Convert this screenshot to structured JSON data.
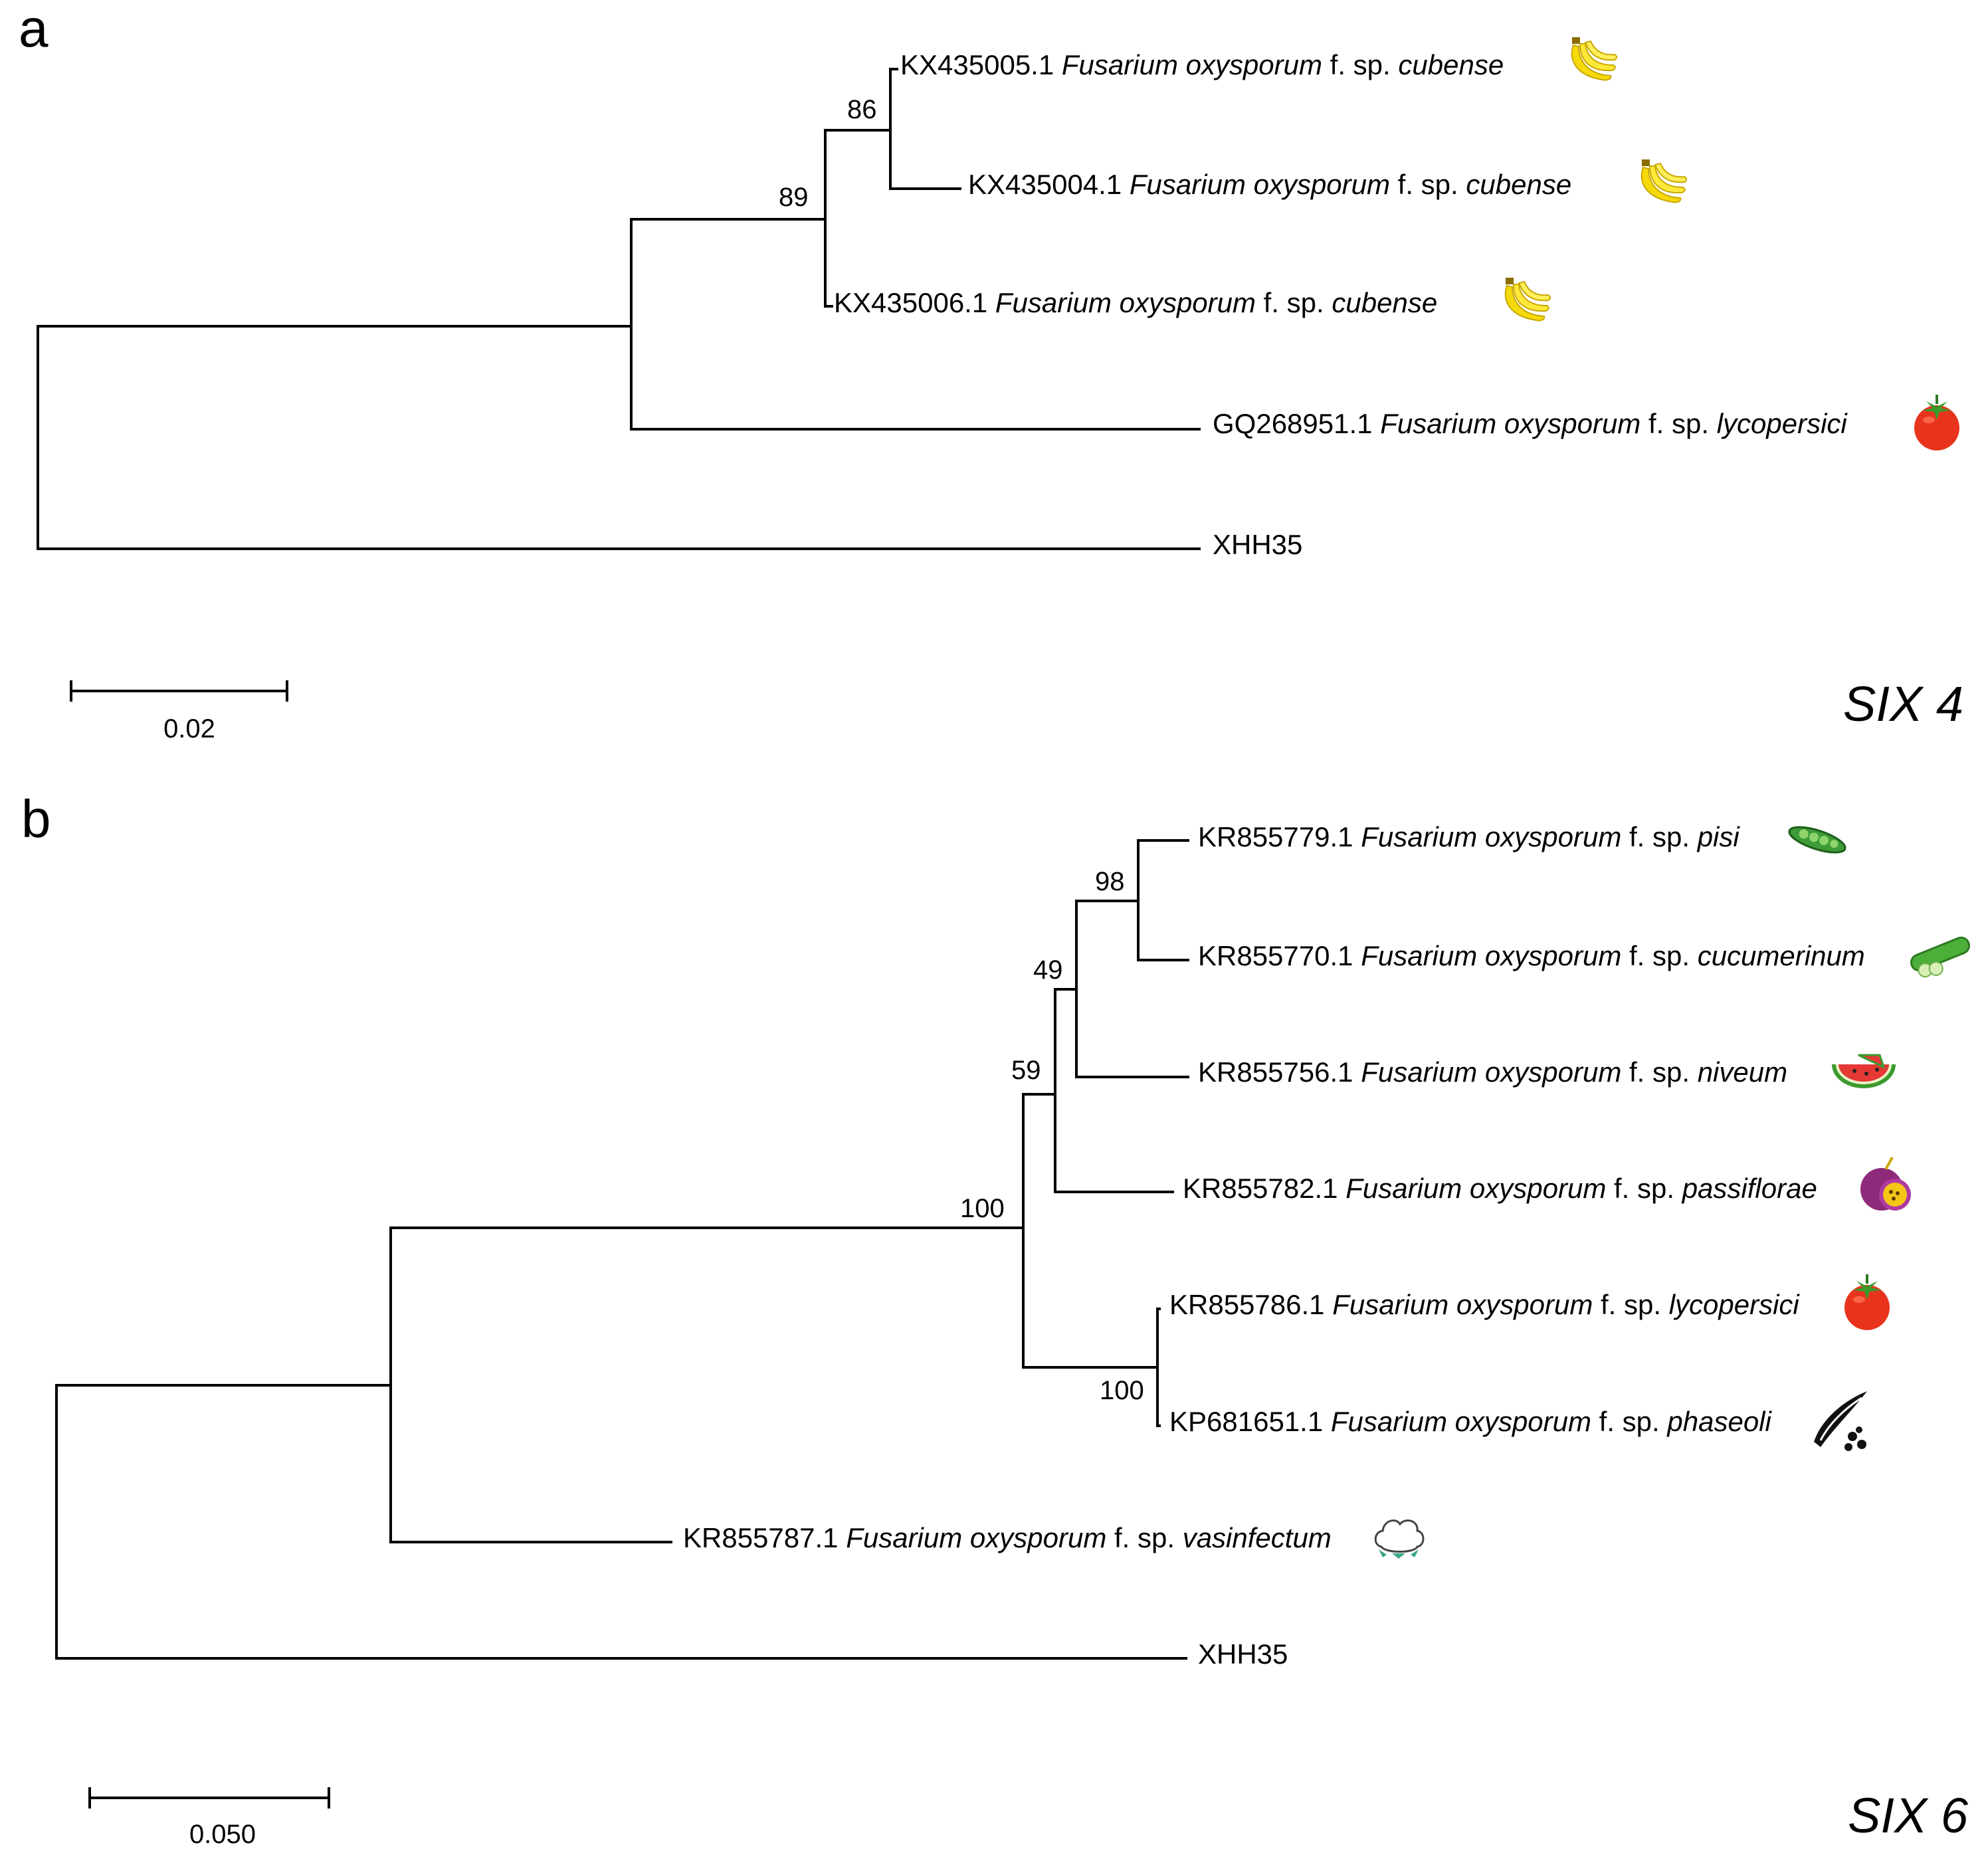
{
  "panels": [
    {
      "id": "a",
      "label": "a",
      "gene": "SIX 4",
      "scale": "0.02",
      "leaves": [
        {
          "acc": "KX435005.1",
          "species": "Fusarium oxysporum",
          "fsp": "f. sp.",
          "forma": "cubense",
          "host_icon": "banana-icon"
        },
        {
          "acc": "KX435004.1",
          "species": "Fusarium oxysporum",
          "fsp": "f. sp.",
          "forma": "cubense",
          "host_icon": "banana-icon"
        },
        {
          "acc": "KX435006.1",
          "species": "Fusarium oxysporum",
          "fsp": "f. sp.",
          "forma": "cubense",
          "host_icon": "banana-icon"
        },
        {
          "acc": "GQ268951.1",
          "species": "Fusarium oxysporum",
          "fsp": "f. sp.",
          "forma": "lycopersici",
          "host_icon": "tomato-icon"
        },
        {
          "acc": "XHH35",
          "species": "",
          "fsp": "",
          "forma": "",
          "host_icon": ""
        }
      ],
      "bootstrap": [
        "86",
        "89"
      ]
    },
    {
      "id": "b",
      "label": "b",
      "gene": "SIX 6",
      "scale": "0.050",
      "leaves": [
        {
          "acc": "KR855779.1",
          "species": "Fusarium oxysporum",
          "fsp": "f. sp.",
          "forma": "pisi",
          "host_icon": "pea-pod-icon"
        },
        {
          "acc": "KR855770.1",
          "species": "Fusarium oxysporum",
          "fsp": "f. sp.",
          "forma": "cucumerinum",
          "host_icon": "cucumber-icon"
        },
        {
          "acc": "KR855756.1",
          "species": "Fusarium oxysporum",
          "fsp": "f. sp.",
          "forma": "niveum",
          "host_icon": "watermelon-icon"
        },
        {
          "acc": "KR855782.1",
          "species": "Fusarium oxysporum",
          "fsp": "f. sp.",
          "forma": "passiflorae",
          "host_icon": "passion-fruit-icon"
        },
        {
          "acc": "KR855786.1",
          "species": "Fusarium oxysporum",
          "fsp": "f. sp.",
          "forma": "lycopersici",
          "host_icon": "tomato-icon"
        },
        {
          "acc": "KP681651.1",
          "species": "Fusarium oxysporum",
          "fsp": "f. sp.",
          "forma": "phaseoli",
          "host_icon": "bean-icon"
        },
        {
          "acc": "KR855787.1",
          "species": "Fusarium oxysporum",
          "fsp": "f. sp.",
          "forma": "vasinfectum",
          "host_icon": "cotton-icon"
        },
        {
          "acc": "XHH35",
          "species": "",
          "fsp": "",
          "forma": "",
          "host_icon": ""
        }
      ],
      "bootstrap": [
        "98",
        "49",
        "59",
        "100",
        "100"
      ]
    }
  ]
}
